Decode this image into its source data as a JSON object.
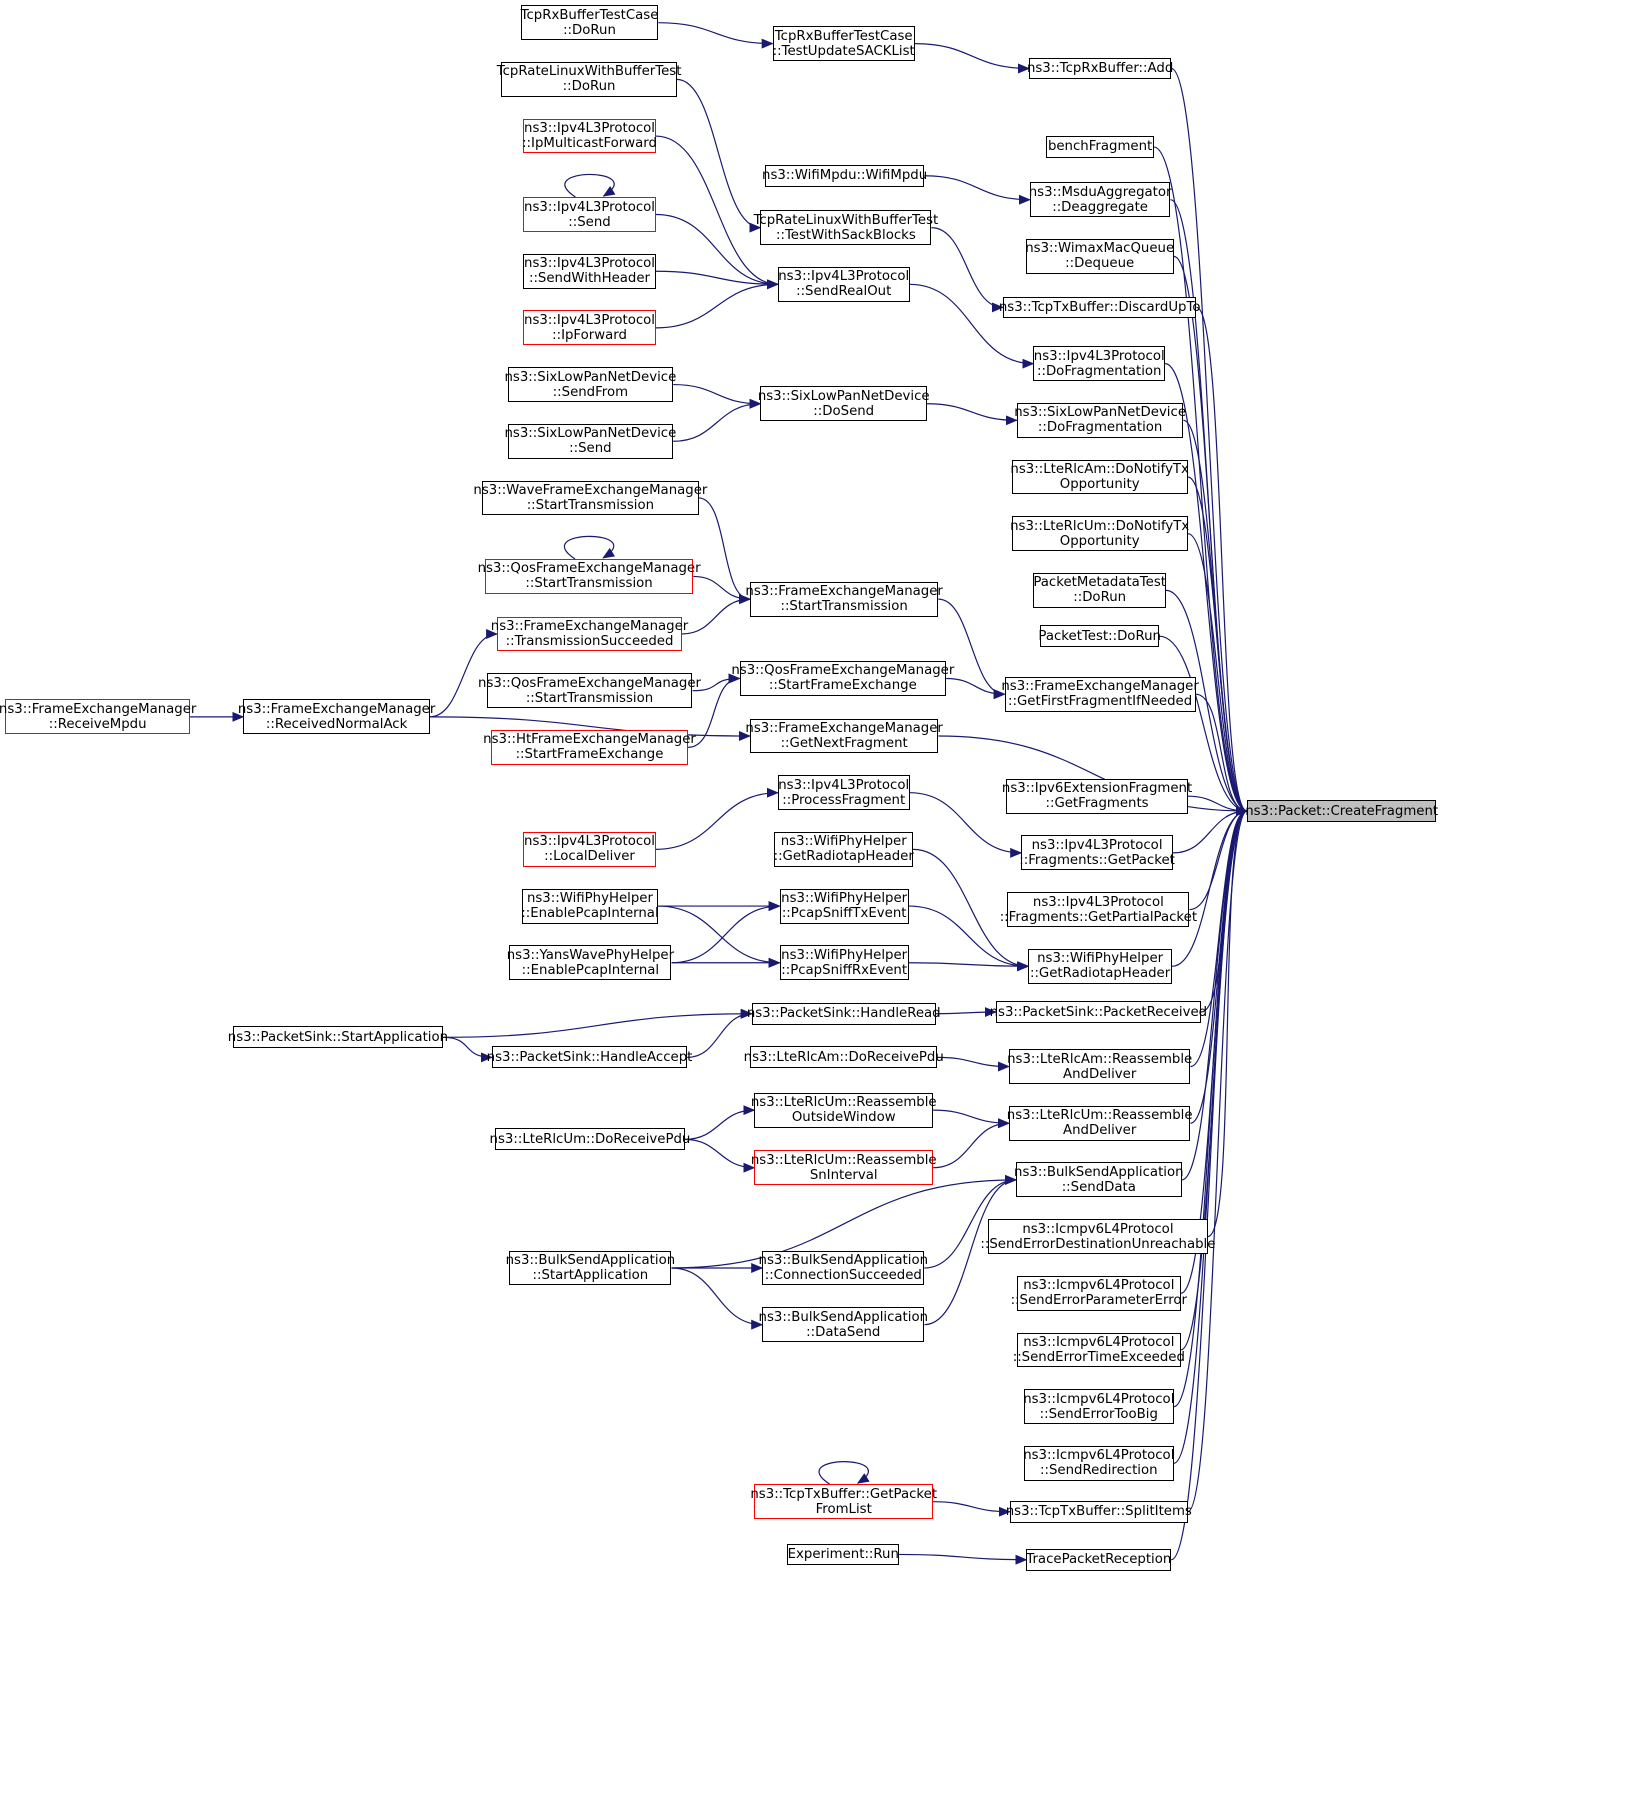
{
  "style": {
    "edge_color": "#191970",
    "box_border": "#000000",
    "truncated_border": "#ff0000",
    "root_fill": "#bfbfbf"
  },
  "nodes": {
    "root": {
      "lines": [
        "ns3::Packet::CreateFragment"
      ],
      "truncated": false
    },
    "tcprxadd": {
      "lines": [
        "ns3::TcpRxBuffer::Add"
      ],
      "truncated": false
    },
    "benchfrag": {
      "lines": [
        "benchFragment"
      ],
      "truncated": false
    },
    "msdudeagg": {
      "lines": [
        "ns3::MsduAggregator",
        "::Deaggregate"
      ],
      "truncated": false
    },
    "wimaxdeq": {
      "lines": [
        "ns3::WimaxMacQueue",
        "::Dequeue"
      ],
      "truncated": false
    },
    "tcptxdiscard": {
      "lines": [
        "ns3::TcpTxBuffer::DiscardUpTo"
      ],
      "truncated": false
    },
    "ipv4dofrag": {
      "lines": [
        "ns3::Ipv4L3Protocol",
        "::DoFragmentation"
      ],
      "truncated": false
    },
    "sixdofrag": {
      "lines": [
        "ns3::SixLowPanNetDevice",
        "::DoFragmentation"
      ],
      "truncated": false
    },
    "lterlcamnotify": {
      "lines": [
        "ns3::LteRlcAm::DoNotifyTx",
        "Opportunity"
      ],
      "truncated": false
    },
    "lterlcumnotify": {
      "lines": [
        "ns3::LteRlcUm::DoNotifyTx",
        "Opportunity"
      ],
      "truncated": false
    },
    "pktmetatest": {
      "lines": [
        "PacketMetadataTest",
        "::DoRun"
      ],
      "truncated": false
    },
    "pkttest": {
      "lines": [
        "PacketTest::DoRun"
      ],
      "truncated": false
    },
    "femgetfirst": {
      "lines": [
        "ns3::FrameExchangeManager",
        "::GetFirstFragmentIfNeeded"
      ],
      "truncated": false
    },
    "ipv6getfrags": {
      "lines": [
        "ns3::Ipv6ExtensionFragment",
        "::GetFragments"
      ],
      "truncated": false
    },
    "ipv4getpacket": {
      "lines": [
        "ns3::Ipv4L3Protocol",
        "::Fragments::GetPacket"
      ],
      "truncated": false
    },
    "ipv4getpartial": {
      "lines": [
        "ns3::Ipv4L3Protocol",
        "::Fragments::GetPartialPacket"
      ],
      "truncated": false
    },
    "wifiradiotapR": {
      "lines": [
        "ns3::WifiPhyHelper",
        "::GetRadiotapHeader"
      ],
      "truncated": false
    },
    "sinkpktrecv": {
      "lines": [
        "ns3::PacketSink::PacketReceived"
      ],
      "truncated": false
    },
    "lteamreasm": {
      "lines": [
        "ns3::LteRlcAm::Reassemble",
        "AndDeliver"
      ],
      "truncated": false
    },
    "lteumreasm": {
      "lines": [
        "ns3::LteRlcUm::Reassemble",
        "AndDeliver"
      ],
      "truncated": false
    },
    "bulksenddata": {
      "lines": [
        "ns3::BulkSendApplication",
        "::SendData"
      ],
      "truncated": false
    },
    "icmpdest": {
      "lines": [
        "ns3::Icmpv6L4Protocol",
        "::SendErrorDestinationUnreachable"
      ],
      "truncated": false
    },
    "icmpparam": {
      "lines": [
        "ns3::Icmpv6L4Protocol",
        "::SendErrorParameterError"
      ],
      "truncated": false
    },
    "icmptime": {
      "lines": [
        "ns3::Icmpv6L4Protocol",
        "::SendErrorTimeExceeded"
      ],
      "truncated": false
    },
    "icmpbig": {
      "lines": [
        "ns3::Icmpv6L4Protocol",
        "::SendErrorTooBig"
      ],
      "truncated": false
    },
    "icmpredir": {
      "lines": [
        "ns3::Icmpv6L4Protocol",
        "::SendRedirection"
      ],
      "truncated": false
    },
    "tcptxsplit": {
      "lines": [
        "ns3::TcpTxBuffer::SplitItems"
      ],
      "truncated": false
    },
    "tracepkt": {
      "lines": [
        "TracePacketReception"
      ],
      "truncated": false
    },
    "tcprxupdsack": {
      "lines": [
        "TcpRxBufferTestCase",
        "::TestUpdateSACKList"
      ],
      "truncated": false
    },
    "wifimpdu": {
      "lines": [
        "ns3::WifiMpdu::WifiMpdu"
      ],
      "truncated": false
    },
    "tcpratesack": {
      "lines": [
        "TcpRateLinuxWithBufferTest",
        "::TestWithSackBlocks"
      ],
      "truncated": false
    },
    "ipv4sendrealout": {
      "lines": [
        "ns3::Ipv4L3Protocol",
        "::SendRealOut"
      ],
      "truncated": false
    },
    "sixdosend": {
      "lines": [
        "ns3::SixLowPanNetDevice",
        "::DoSend"
      ],
      "truncated": false
    },
    "femstarttx": {
      "lines": [
        "ns3::FrameExchangeManager",
        "::StartTransmission"
      ],
      "truncated": false
    },
    "qosstartfe": {
      "lines": [
        "ns3::QosFrameExchangeManager",
        "::StartFrameExchange"
      ],
      "truncated": false
    },
    "femgetnext": {
      "lines": [
        "ns3::FrameExchangeManager",
        "::GetNextFragment"
      ],
      "truncated": false
    },
    "ipv4procfrag": {
      "lines": [
        "ns3::Ipv4L3Protocol",
        "::ProcessFragment"
      ],
      "truncated": false
    },
    "wifiradiotapL": {
      "lines": [
        "ns3::WifiPhyHelper",
        "::GetRadiotapHeader"
      ],
      "truncated": false
    },
    "wifipcaptx": {
      "lines": [
        "ns3::WifiPhyHelper",
        "::PcapSniffTxEvent"
      ],
      "truncated": false
    },
    "wifipcaprx": {
      "lines": [
        "ns3::WifiPhyHelper",
        "::PcapSniffRxEvent"
      ],
      "truncated": false
    },
    "sinkhandleread": {
      "lines": [
        "ns3::PacketSink::HandleRead"
      ],
      "truncated": false
    },
    "lteamdorecv": {
      "lines": [
        "ns3::LteRlcAm::DoReceivePdu"
      ],
      "truncated": false
    },
    "lteumoutside": {
      "lines": [
        "ns3::LteRlcUm::Reassemble",
        "OutsideWindow"
      ],
      "truncated": false
    },
    "lteumsnint": {
      "lines": [
        "ns3::LteRlcUm::Reassemble",
        "SnInterval"
      ],
      "truncated": true
    },
    "bulkconnsucc": {
      "lines": [
        "ns3::BulkSendApplication",
        "::ConnectionSucceeded"
      ],
      "truncated": false
    },
    "bulkdatasend": {
      "lines": [
        "ns3::BulkSendApplication",
        "::DataSend"
      ],
      "truncated": false
    },
    "tcptxgetpkt": {
      "lines": [
        "ns3::TcpTxBuffer::GetPacket",
        "FromList"
      ],
      "truncated": true
    },
    "exprun": {
      "lines": [
        "Experiment::Run"
      ],
      "truncated": false
    },
    "tcprxdorun": {
      "lines": [
        "TcpRxBufferTestCase",
        "::DoRun"
      ],
      "truncated": false
    },
    "tcpratedorun": {
      "lines": [
        "TcpRateLinuxWithBufferTest",
        "::DoRun"
      ],
      "truncated": false
    },
    "ipv4ipmcast": {
      "lines": [
        "ns3::Ipv4L3Protocol",
        "::IpMulticastForward"
      ],
      "truncated": true
    },
    "ipv4send": {
      "lines": [
        "ns3::Ipv4L3Protocol",
        "::Send"
      ],
      "truncated": true
    },
    "ipv4sendwh": {
      "lines": [
        "ns3::Ipv4L3Protocol",
        "::SendWithHeader"
      ],
      "truncated": false
    },
    "ipv4ipfwd": {
      "lines": [
        "ns3::Ipv4L3Protocol",
        "::IpForward"
      ],
      "truncated": true
    },
    "sixsendfrom": {
      "lines": [
        "ns3::SixLowPanNetDevice",
        "::SendFrom"
      ],
      "truncated": false
    },
    "sixsend": {
      "lines": [
        "ns3::SixLowPanNetDevice",
        "::Send"
      ],
      "truncated": false
    },
    "wavestarttx": {
      "lines": [
        "ns3::WaveFrameExchangeManager",
        "::StartTransmission"
      ],
      "truncated": false
    },
    "qosstarttx1": {
      "lines": [
        "ns3::QosFrameExchangeManager",
        "::StartTransmission"
      ],
      "truncated": true
    },
    "femtxsucc": {
      "lines": [
        "ns3::FrameExchangeManager",
        "::TransmissionSucceeded"
      ],
      "truncated": true
    },
    "qosstarttx2": {
      "lines": [
        "ns3::QosFrameExchangeManager",
        "::StartTransmission"
      ],
      "truncated": false
    },
    "htstartfe": {
      "lines": [
        "ns3::HtFrameExchangeManager",
        "::StartFrameExchange"
      ],
      "truncated": true
    },
    "ipv4localdel": {
      "lines": [
        "ns3::Ipv4L3Protocol",
        "::LocalDeliver"
      ],
      "truncated": true
    },
    "wifienablepcap": {
      "lines": [
        "ns3::WifiPhyHelper",
        "::EnablePcapInternal"
      ],
      "truncated": false
    },
    "yansenablepcap": {
      "lines": [
        "ns3::YansWavePhyHelper",
        "::EnablePcapInternal"
      ],
      "truncated": false
    },
    "sinkstartapp": {
      "lines": [
        "ns3::PacketSink::StartApplication"
      ],
      "truncated": false
    },
    "sinkhandleaccept": {
      "lines": [
        "ns3::PacketSink::HandleAccept"
      ],
      "truncated": false
    },
    "lteumdorecv": {
      "lines": [
        "ns3::LteRlcUm::DoReceivePdu"
      ],
      "truncated": false
    },
    "bulkstartapp": {
      "lines": [
        "ns3::BulkSendApplication",
        "::StartApplication"
      ],
      "truncated": false
    },
    "femrecvnormalack": {
      "lines": [
        "ns3::FrameExchangeManager",
        "::ReceivedNormalAck"
      ],
      "truncated": false
    },
    "femrecvmpdu": {
      "lines": [
        "ns3::FrameExchangeManager",
        "::ReceiveMpdu"
      ],
      "truncated": true
    }
  },
  "edges": [
    [
      "tcprxadd",
      "root"
    ],
    [
      "benchfrag",
      "root"
    ],
    [
      "msdudeagg",
      "root"
    ],
    [
      "wimaxdeq",
      "root"
    ],
    [
      "tcptxdiscard",
      "root"
    ],
    [
      "ipv4dofrag",
      "root"
    ],
    [
      "sixdofrag",
      "root"
    ],
    [
      "lterlcamnotify",
      "root"
    ],
    [
      "lterlcumnotify",
      "root"
    ],
    [
      "pktmetatest",
      "root"
    ],
    [
      "pkttest",
      "root"
    ],
    [
      "femgetfirst",
      "root"
    ],
    [
      "femgetnext",
      "root"
    ],
    [
      "ipv6getfrags",
      "root"
    ],
    [
      "ipv4getpacket",
      "root"
    ],
    [
      "ipv4getpartial",
      "root"
    ],
    [
      "wifiradiotapR",
      "root"
    ],
    [
      "sinkpktrecv",
      "root"
    ],
    [
      "lteamreasm",
      "root"
    ],
    [
      "lteumreasm",
      "root"
    ],
    [
      "bulksenddata",
      "root"
    ],
    [
      "icmpdest",
      "root"
    ],
    [
      "icmpparam",
      "root"
    ],
    [
      "icmptime",
      "root"
    ],
    [
      "icmpbig",
      "root"
    ],
    [
      "icmpredir",
      "root"
    ],
    [
      "tcptxsplit",
      "root"
    ],
    [
      "tracepkt",
      "root"
    ],
    [
      "tcprxupdsack",
      "tcprxadd"
    ],
    [
      "tcprxdorun",
      "tcprxupdsack"
    ],
    [
      "wifimpdu",
      "msdudeagg"
    ],
    [
      "tcpratesack",
      "tcptxdiscard"
    ],
    [
      "tcpratedorun",
      "tcpratesack"
    ],
    [
      "ipv4sendrealout",
      "ipv4dofrag"
    ],
    [
      "ipv4ipmcast",
      "ipv4sendrealout"
    ],
    [
      "ipv4send",
      "ipv4sendrealout"
    ],
    [
      "ipv4sendwh",
      "ipv4sendrealout"
    ],
    [
      "ipv4ipfwd",
      "ipv4sendrealout"
    ],
    [
      "ipv4send",
      "ipv4send"
    ],
    [
      "sixdosend",
      "sixdofrag"
    ],
    [
      "sixsendfrom",
      "sixdosend"
    ],
    [
      "sixsend",
      "sixdosend"
    ],
    [
      "femstarttx",
      "femgetfirst"
    ],
    [
      "qosstartfe",
      "femgetfirst"
    ],
    [
      "wavestarttx",
      "femstarttx"
    ],
    [
      "qosstarttx1",
      "femstarttx"
    ],
    [
      "femtxsucc",
      "femstarttx"
    ],
    [
      "qosstarttx1",
      "qosstarttx1"
    ],
    [
      "qosstarttx2",
      "qosstartfe"
    ],
    [
      "htstartfe",
      "qosstartfe"
    ],
    [
      "femrecvnormalack",
      "femtxsucc"
    ],
    [
      "femrecvnormalack",
      "femgetnext"
    ],
    [
      "femrecvmpdu",
      "femrecvnormalack"
    ],
    [
      "ipv4procfrag",
      "ipv4getpacket"
    ],
    [
      "ipv4localdel",
      "ipv4procfrag"
    ],
    [
      "wifiradiotapL",
      "wifiradiotapR"
    ],
    [
      "wifipcaptx",
      "wifiradiotapR"
    ],
    [
      "wifipcaprx",
      "wifiradiotapR"
    ],
    [
      "wifienablepcap",
      "wifipcaptx"
    ],
    [
      "yansenablepcap",
      "wifipcaptx"
    ],
    [
      "wifienablepcap",
      "wifipcaprx"
    ],
    [
      "yansenablepcap",
      "wifipcaprx"
    ],
    [
      "sinkhandleread",
      "sinkpktrecv"
    ],
    [
      "sinkstartapp",
      "sinkhandleread"
    ],
    [
      "sinkhandleaccept",
      "sinkhandleread"
    ],
    [
      "sinkstartapp",
      "sinkhandleaccept"
    ],
    [
      "lteamdorecv",
      "lteamreasm"
    ],
    [
      "lteumoutside",
      "lteumreasm"
    ],
    [
      "lteumsnint",
      "lteumreasm"
    ],
    [
      "lteumdorecv",
      "lteumoutside"
    ],
    [
      "lteumdorecv",
      "lteumsnint"
    ],
    [
      "bulkstartapp",
      "bulksenddata"
    ],
    [
      "bulkconnsucc",
      "bulksenddata"
    ],
    [
      "bulkdatasend",
      "bulksenddata"
    ],
    [
      "bulkstartapp",
      "bulkconnsucc"
    ],
    [
      "bulkstartapp",
      "bulkdatasend"
    ],
    [
      "tcptxgetpkt",
      "tcptxsplit"
    ],
    [
      "tcptxgetpkt",
      "tcptxgetpkt"
    ],
    [
      "exprun",
      "tracepkt"
    ]
  ]
}
